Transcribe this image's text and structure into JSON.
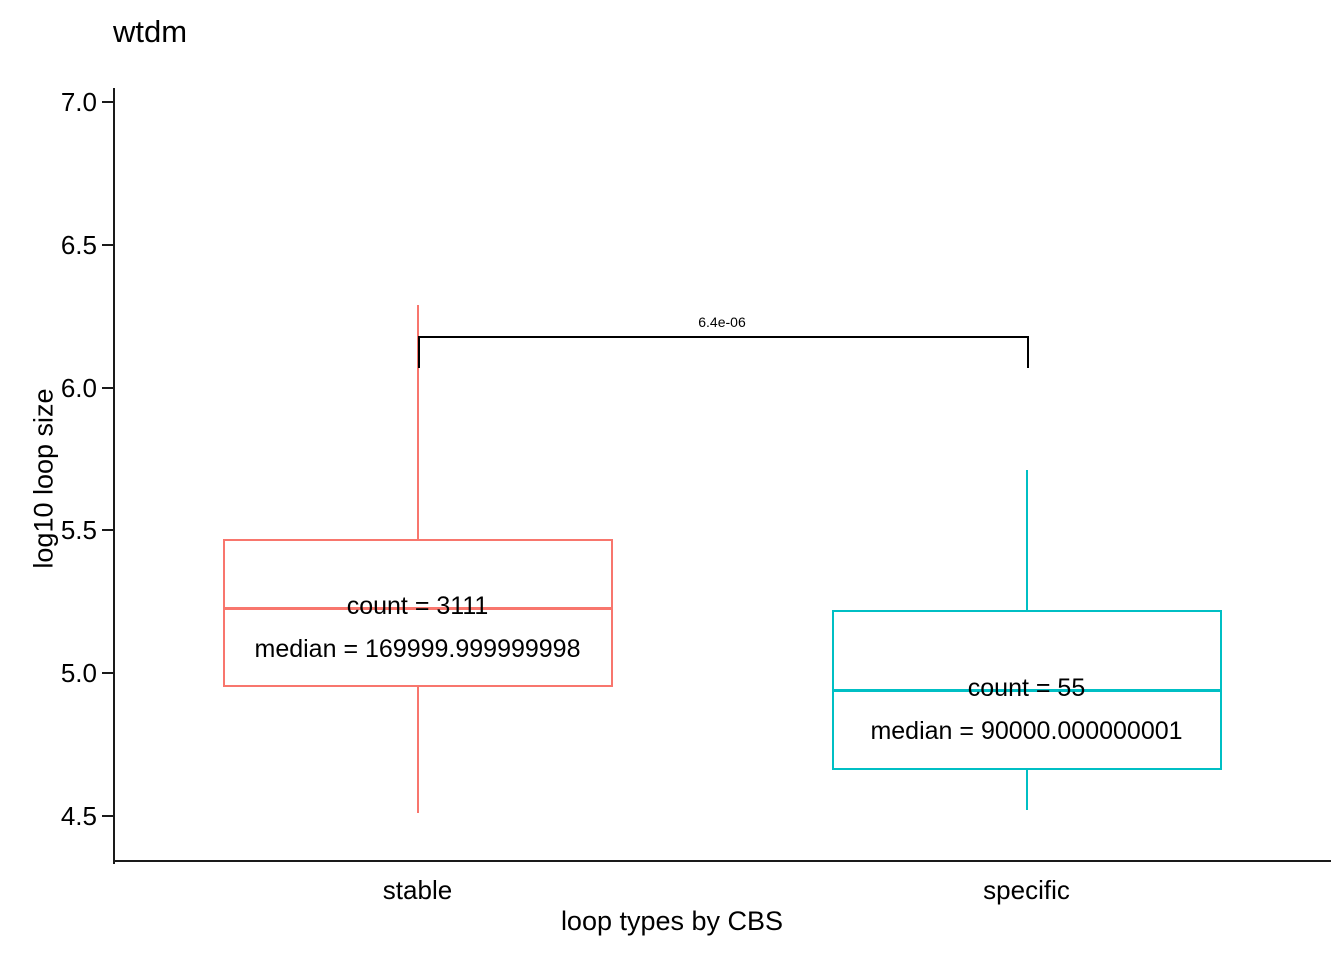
{
  "chart_data": {
    "type": "box",
    "title": "wtdm",
    "xlabel": "loop types by CBS",
    "ylabel": "log10 loop size",
    "categories": [
      "stable",
      "specific"
    ],
    "ytick_labels": [
      "7.0",
      "6.5",
      "6.0",
      "5.5",
      "5.0",
      "4.5"
    ],
    "ytick_values": [
      7.0,
      6.5,
      6.0,
      5.5,
      5.0,
      4.5
    ],
    "ylim": [
      4.38,
      7.12
    ],
    "grid": false,
    "legend": "none",
    "colors": {
      "stable": "#F8766D",
      "specific": "#00BFC4",
      "annotation": "#000000",
      "axis": "#1a1a1a"
    },
    "boxes": [
      {
        "category": "stable",
        "color": "#F8766D",
        "whisker_low": 4.51,
        "q1": 4.95,
        "median": 5.23,
        "q3": 5.47,
        "whisker_high": 6.29,
        "count_label": "count = 3111",
        "median_label": "median = 169999.999999998",
        "count": 3111,
        "median_value": 169999.999999998
      },
      {
        "category": "specific",
        "color": "#00BFC4",
        "whisker_low": 4.52,
        "q1": 4.66,
        "median": 4.94,
        "q3": 5.22,
        "whisker_high": 5.71,
        "count_label": "count = 55",
        "median_label": "median = 90000.000000001",
        "count": 55,
        "median_value": 90000.000000001
      }
    ],
    "annotations": [
      {
        "type": "significance-bracket",
        "label": "6.4e-06",
        "from": "stable",
        "to": "specific",
        "y": 6.18
      }
    ]
  }
}
